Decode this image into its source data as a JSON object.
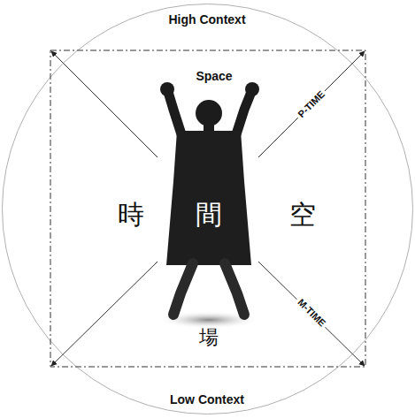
{
  "diagram": {
    "labels": [
      "High Context",
      "Space",
      "P-TIME",
      "時",
      "間",
      "空",
      "M-TIME",
      "場",
      "Low Context"
    ]
  }
}
